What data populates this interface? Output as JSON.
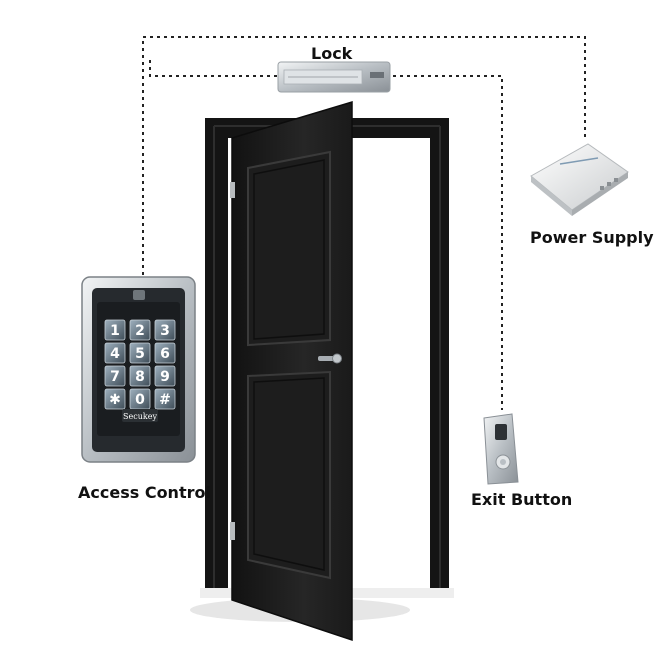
{
  "labels": {
    "lock": "Lock",
    "power_supply": "Power Supply",
    "access_control": "Access Control",
    "exit_button": "Exit Button"
  },
  "keypad": {
    "brand": "Secukey",
    "keys": [
      "1",
      "2",
      "3",
      "4",
      "5",
      "6",
      "7",
      "8",
      "9",
      "✱",
      "0",
      "#"
    ]
  },
  "colors": {
    "door": "#1a1a1a",
    "frame": "#141414",
    "wire": "#222222",
    "device_silver": "#cfd3d6",
    "key_face": "#5a6b78"
  }
}
